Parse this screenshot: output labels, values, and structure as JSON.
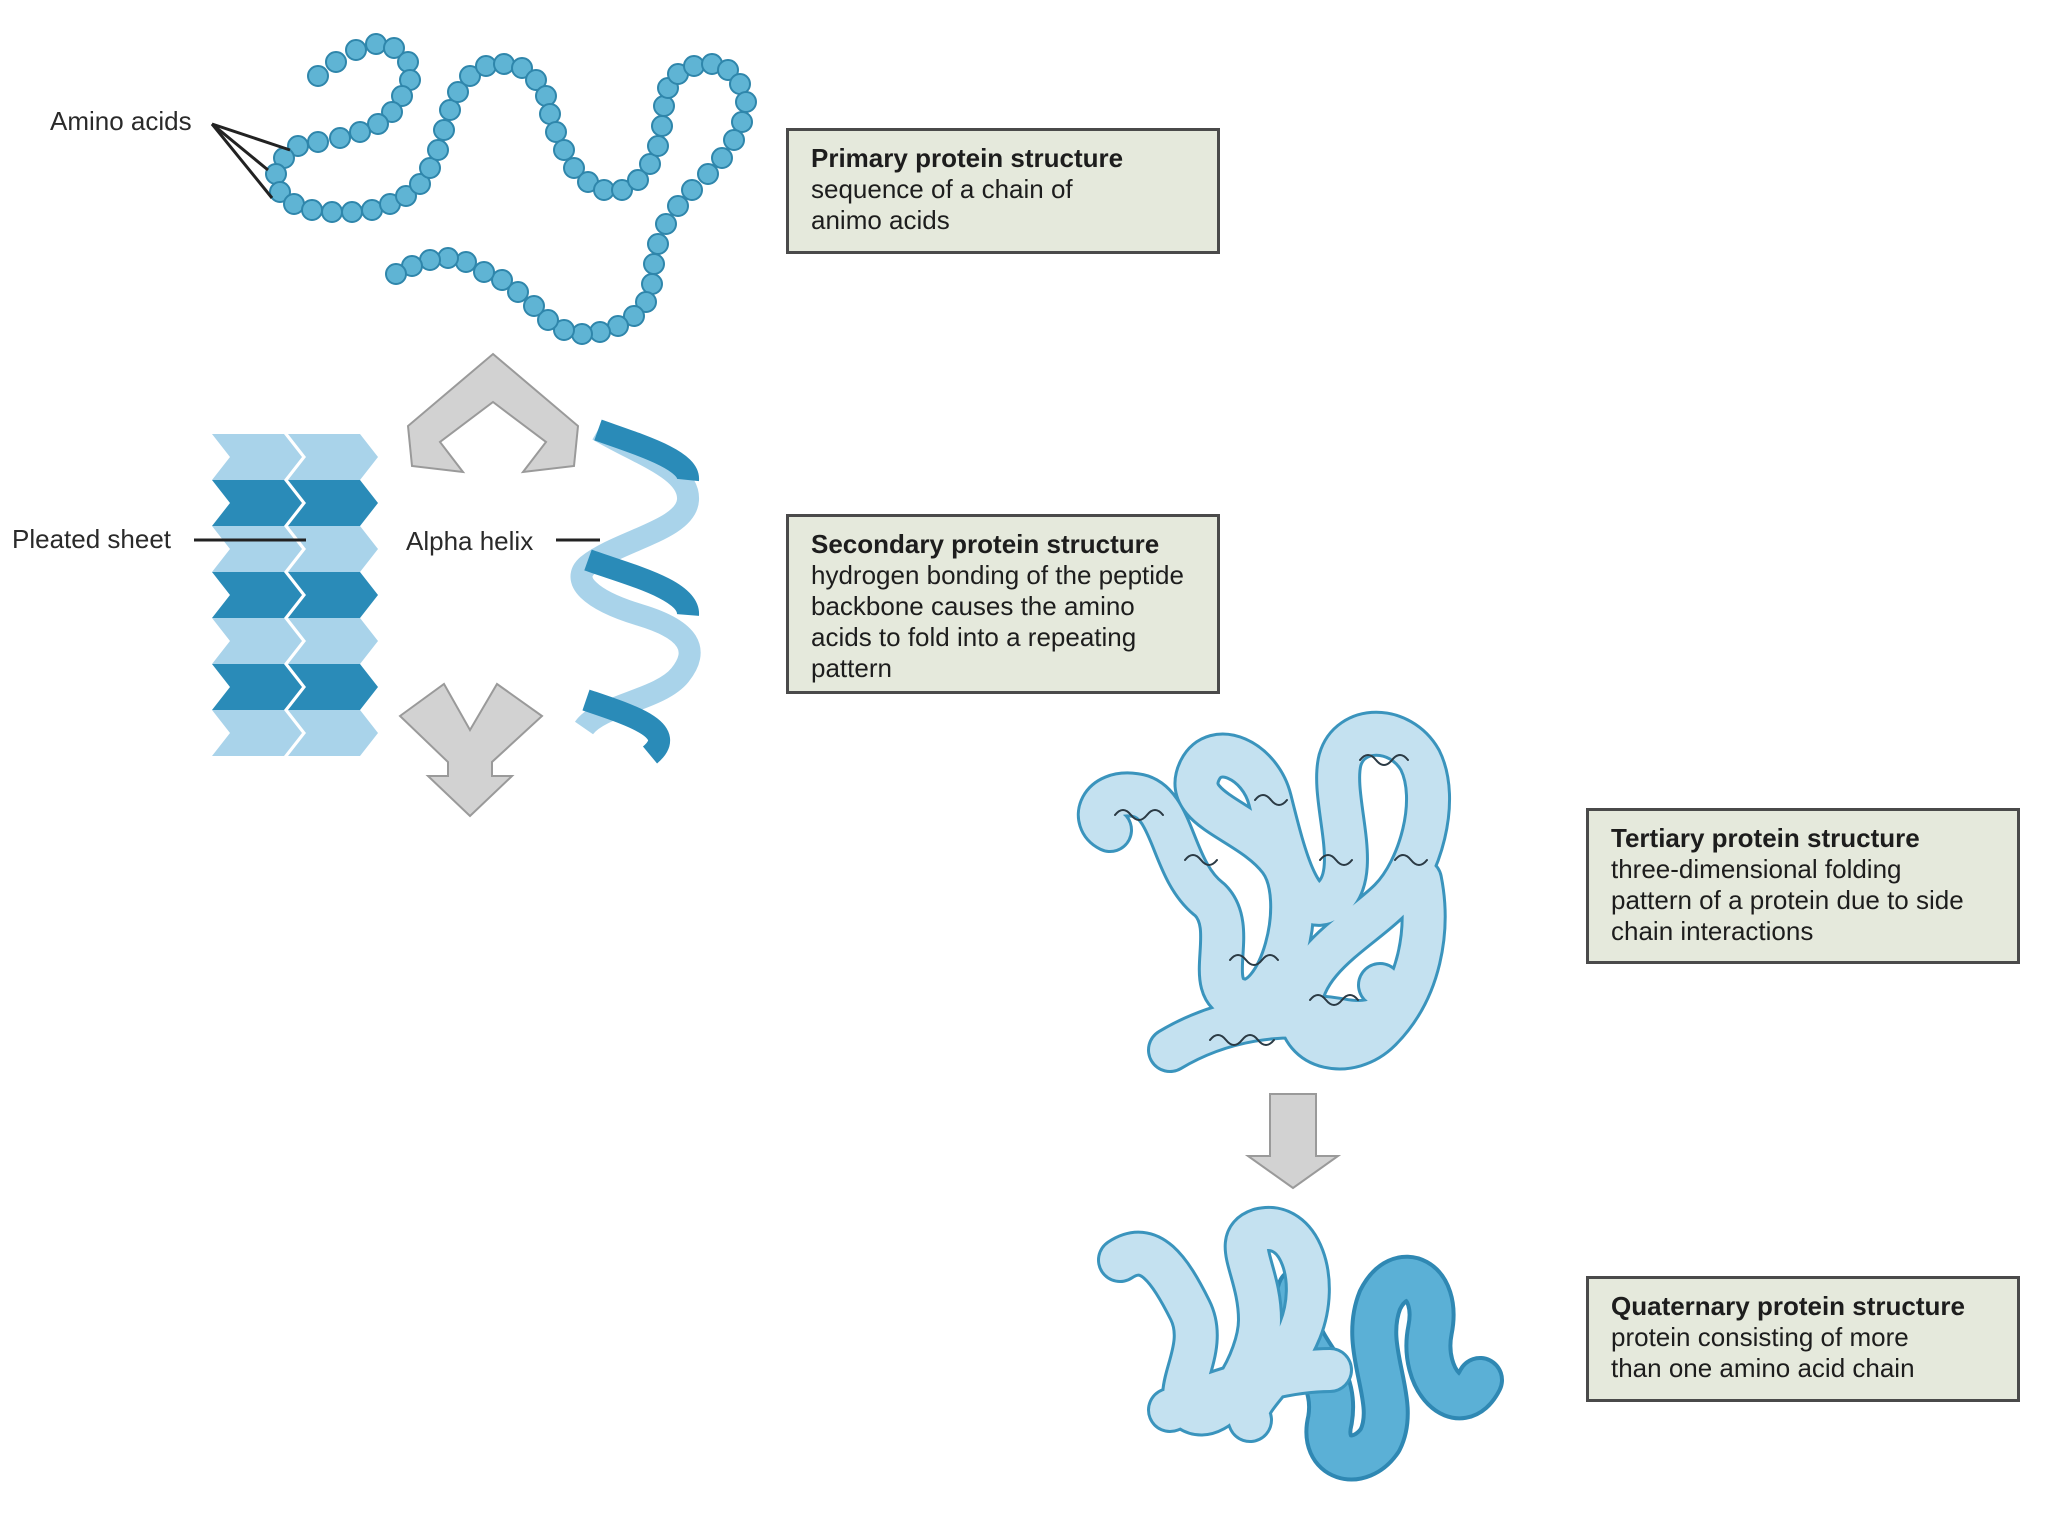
{
  "labels": {
    "amino_acids": "Amino acids",
    "pleated_sheet": "Pleated sheet",
    "alpha_helix": "Alpha helix"
  },
  "boxes": {
    "primary": {
      "title": "Primary protein structure",
      "desc": "sequence of a chain of\nanimo acids"
    },
    "secondary": {
      "title": "Secondary protein structure",
      "desc": "hydrogen bonding of the peptide\nbackbone causes the amino\nacids to fold into a repeating\npattern"
    },
    "tertiary": {
      "title": "Tertiary protein structure",
      "desc": "three-dimensional folding\npattern of a protein due to side\nchain interactions"
    },
    "quaternary": {
      "title": "Quaternary protein structure",
      "desc": "protein consisting of more\nthan one amino acid chain"
    }
  },
  "colors": {
    "bead": "#5fb4d4",
    "bead_stroke": "#2f86ab",
    "sheet_dark": "#2a8bb8",
    "sheet_light": "#a9d3ea",
    "arrow_gray": "#cfcfcf",
    "box_fill": "#e5e9dc"
  }
}
